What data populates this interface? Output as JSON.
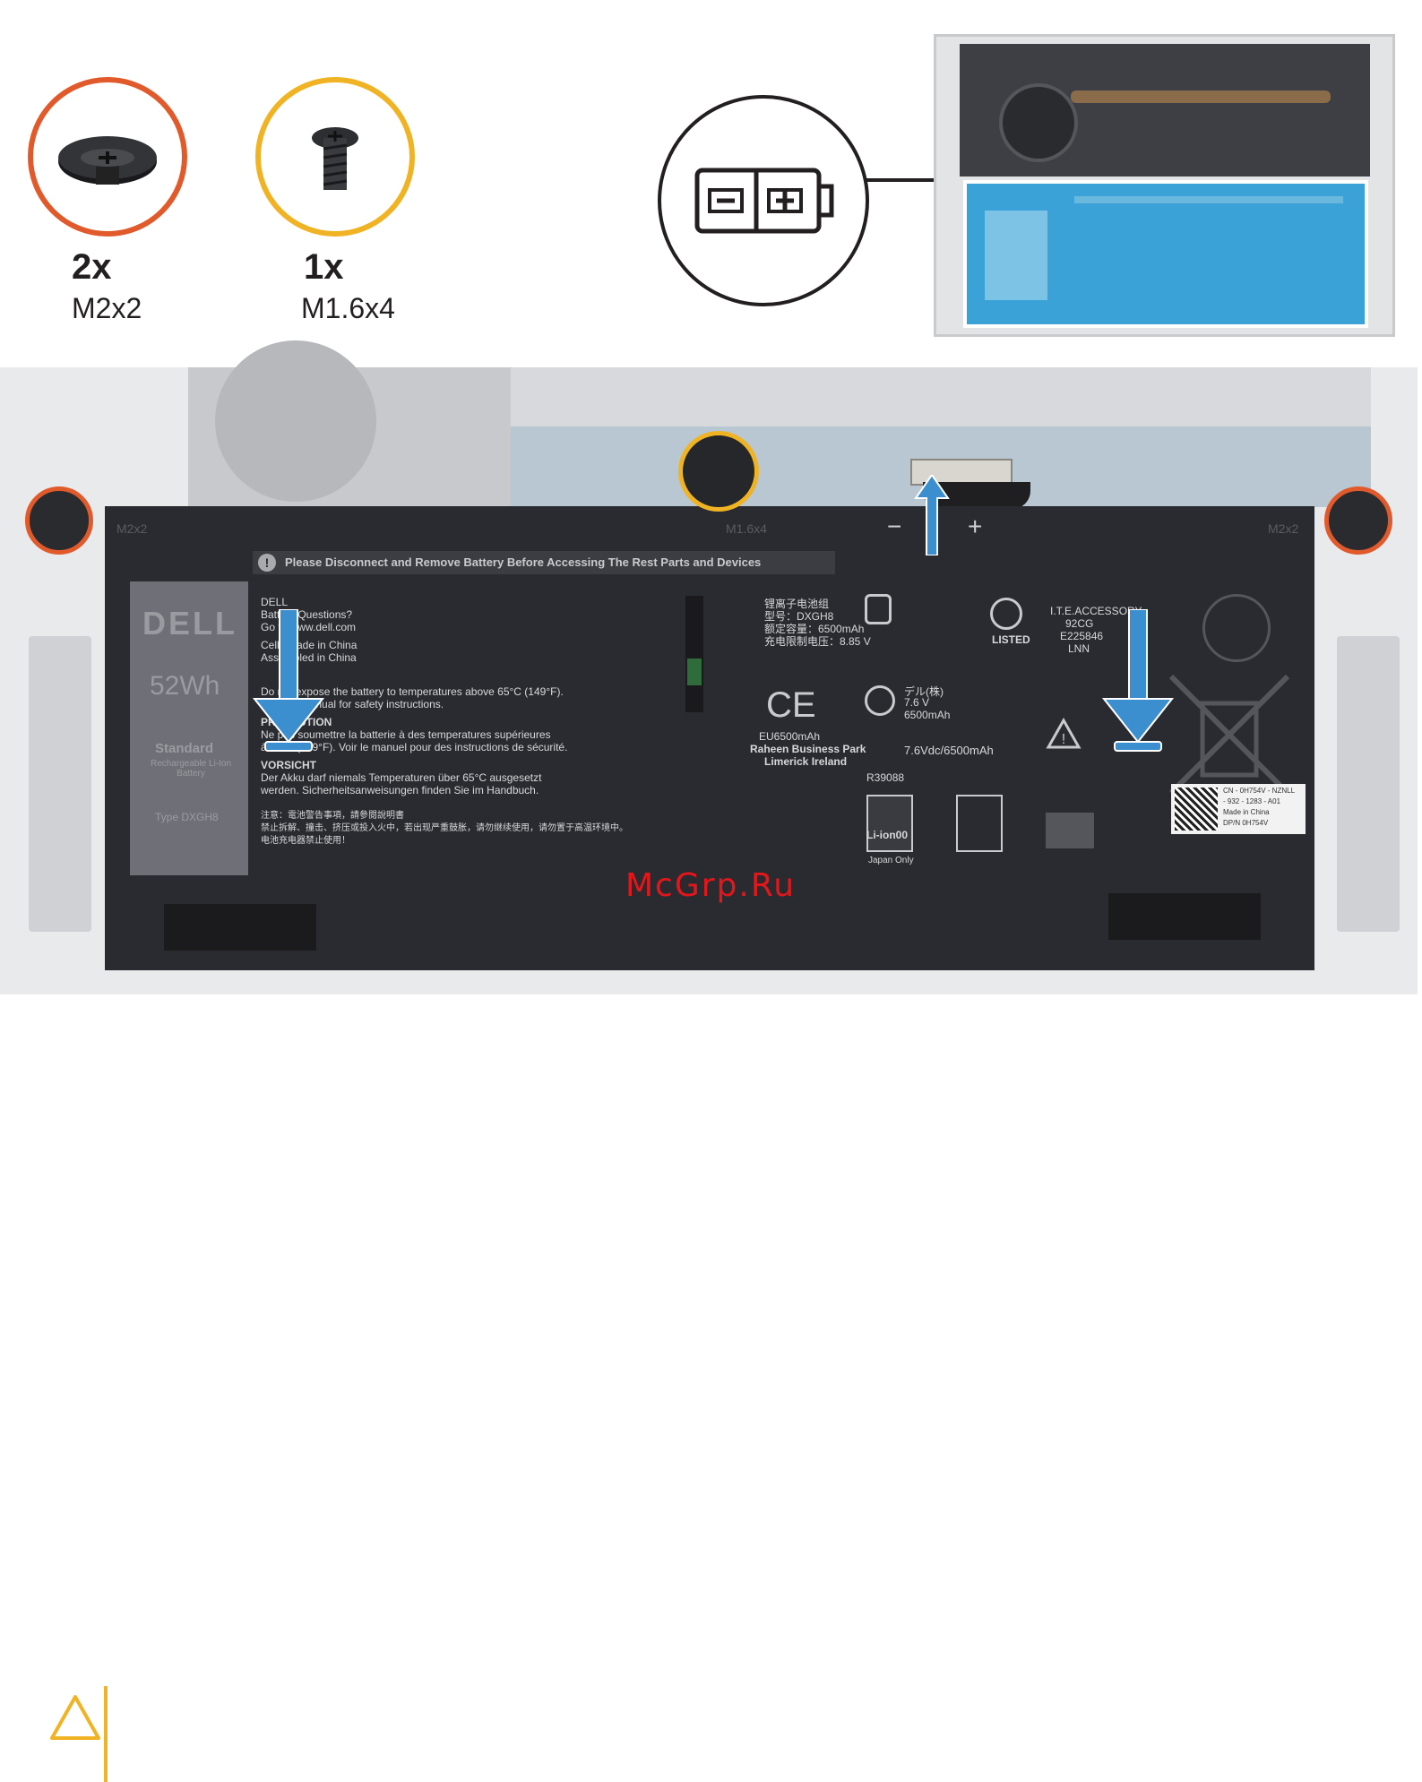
{
  "screws": [
    {
      "count": "2x",
      "name": "M2x2",
      "ring_color": "#e15a2b"
    },
    {
      "count": "1x",
      "name": "M1.6x4",
      "ring_color": "#f0b323"
    }
  ],
  "diagram_labels": {
    "screw_left": "M2x2",
    "screw_center": "M1.6x4",
    "screw_right": "M2x2",
    "minus": "−",
    "plus": "+"
  },
  "battery_label": {
    "warning_banner": "Please Disconnect and Remove Battery Before Accessing The Rest Parts and Devices",
    "brand": "DELL",
    "capacity": "52Wh",
    "standard": "Standard",
    "standard_sub": "Rechargeable Li-Ion Battery",
    "type": "Type DXGH8",
    "questions_title": "DELL",
    "questions": "Battery Questions?",
    "questions_url": "Go to www.dell.com",
    "made_in": "Cells Made in China",
    "assembled_in": "Assembled in China",
    "caution_en": "Do not expose the battery to temperatures above 65°C (149°F).",
    "caution_en2": "See the manual for safety instructions.",
    "precaution_title": "PRECAUTION",
    "precaution_fr": "Ne pas soumettre la batterie à des temperatures supérieures",
    "precaution_fr2": "à 65°C (149°F). Voir le manuel pour des instructions de sécurité.",
    "vorsicht_title": "VORSICHT",
    "vorsicht_de": "Der Akku darf niemals Temperaturen über 65°C ausgesetzt",
    "vorsicht_de2": "werden. Sicherheitsanweisungen finden Sie im Handbuch.",
    "cn_title": "注意：電池警告事項，請參閱說明書",
    "cn_1": "禁止拆解、撞击、挤压或投入火中，若出现严重鼓胀，请勿继续使用，请勿置于高温环境中。",
    "cn_2": "电池充电器禁止使用！",
    "cn_model1": "锂离子电池组",
    "cn_model2": "型号：DXGH8",
    "cn_model3": "额定容量：6500mAh",
    "cn_model4": "充电限制电压：8.85 V",
    "eu_capacity": "EU6500mAh",
    "eu_company": "Raheen Business Park",
    "eu_city": "Limerick Ireland",
    "jp_voltage": "7.6 V",
    "jp_capacity": "6500mAh",
    "jp_text": "デル(株)",
    "spec": "7.6Vdc/6500mAh",
    "accessory": "I.T.E.ACCESSORY",
    "accessory2": "92CG",
    "accessory3": "E225846",
    "accessory4": "LNN",
    "listed": "LISTED",
    "recycle_text": "Li-ion00",
    "recycle_sub": "Japan Only",
    "r_code": "R39088",
    "barcode_cn": "CN - 0H754V - NZNLL",
    "barcode_2": "- 932 - 1283 - A01",
    "barcode_made": "Made in China",
    "barcode_dpn": "DP/N  0H754V"
  },
  "watermark": "McGrp.Ru",
  "colors": {
    "battery_dark": "#2a2b30",
    "highlight_blue": "#3aa2d6",
    "arrow_blue": "#3b8fce",
    "orange": "#e15a2b",
    "gold": "#f0b323",
    "watermark_red": "#e3171b"
  }
}
